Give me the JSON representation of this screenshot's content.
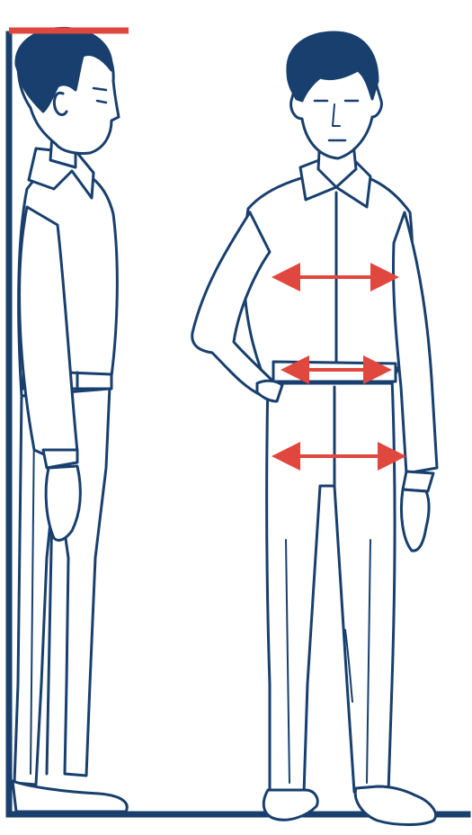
{
  "colors": {
    "ink": "#183f6e",
    "measure": "#e0473f",
    "paper": "#ffffff"
  },
  "figures": [
    {
      "name": "side-profile-figure",
      "view": "side"
    },
    {
      "name": "front-figure",
      "view": "front"
    }
  ],
  "measurements": [
    {
      "name": "height-marker",
      "kind": "height"
    },
    {
      "name": "chest-arrow",
      "kind": "chest"
    },
    {
      "name": "waist-arrow",
      "kind": "waist"
    },
    {
      "name": "hip-arrow",
      "kind": "hip"
    }
  ]
}
